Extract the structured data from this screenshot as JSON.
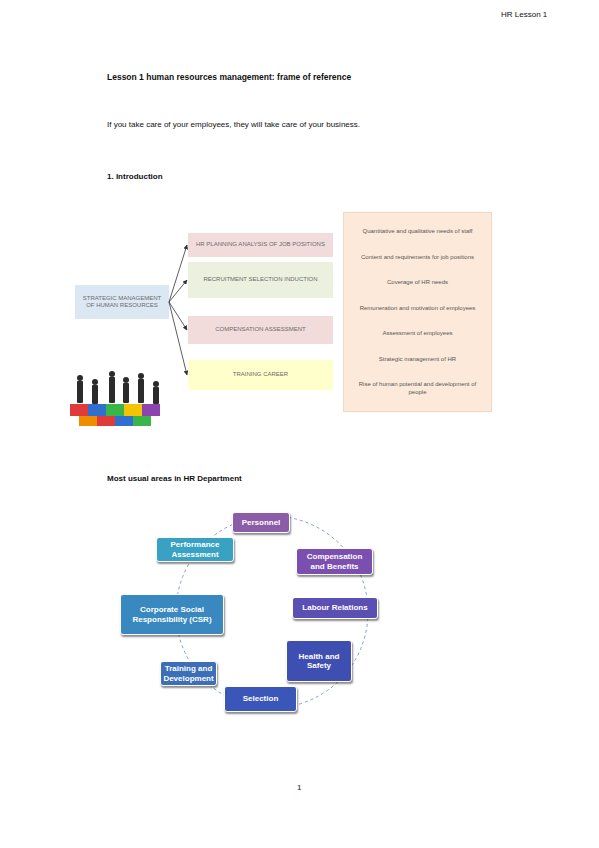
{
  "diagram": {
    "title": "Lesson 1 human resources management: frame of reference",
    "nodes": [
      {
        "text": [
          "STRATEGIC MANAGEMENT OF HUMAN RESOURCES"
        ]
      },
      {
        "text": [
          "HR PLANNING ANALYSIS OF JOB POSITIONS"
        ]
      },
      {
        "text": [
          "RECRUITMENT SELECTION INDUCTION"
        ]
      },
      {
        "text": [
          "COMPENSATION ASSESSMENT"
        ]
      },
      {
        "text": [
          "TRAINING CAREER"
        ]
      },
      {
        "text": [
          "Quantitative and qualitative needs of staff",
          "Content and requirements for job positions",
          "Coverage of HR needs",
          "Remuneration and motivation of employees",
          "Assessment of employees",
          "Strategic management of HR",
          "Rise of human potential and development of people"
        ]
      },
      {
        "text": [
          "Personnel"
        ]
      },
      {
        "text": [
          "Compensation and Benefits"
        ]
      },
      {
        "text": [
          "Labour Relations"
        ]
      },
      {
        "text": [
          "Health and Safety"
        ]
      },
      {
        "text": [
          "Selection"
        ]
      },
      {
        "text": [
          "Training and Development"
        ]
      },
      {
        "text": [
          "Corporate Social Responsibility (CSR)"
        ]
      },
      {
        "text": [
          "Performance Assessment"
        ]
      }
    ],
    "edges": [
      {
        "from": 0,
        "to": 1,
        "arrow": "to"
      },
      {
        "from": 0,
        "to": 2,
        "arrow": "to"
      },
      {
        "from": 0,
        "to": 3,
        "arrow": "to"
      },
      {
        "from": 0,
        "to": 4,
        "arrow": "to"
      }
    ],
    "labels": [
      "HR Lesson 1",
      "If you take care of your employees, they will take care of your business.",
      "1. Introduction",
      "Most usual areas in HR Department",
      "1"
    ]
  }
}
